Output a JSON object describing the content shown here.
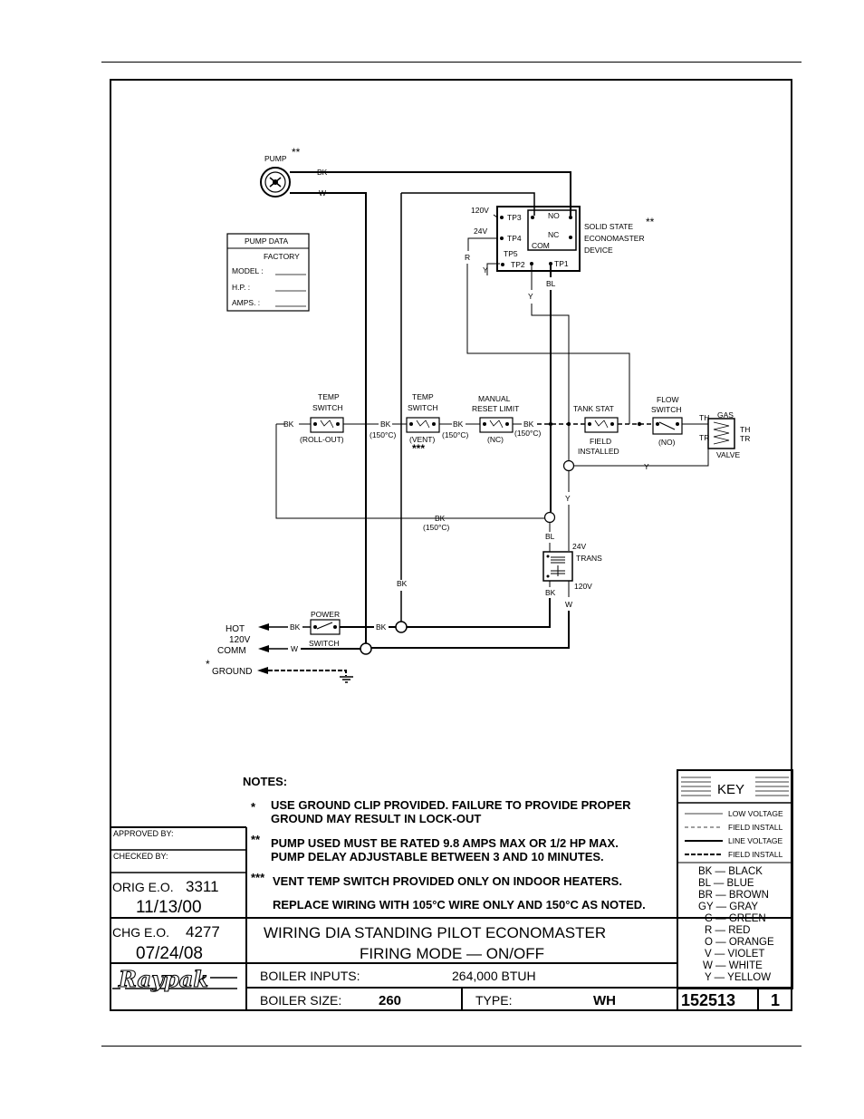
{
  "pump": {
    "label": "PUMP",
    "note": "**",
    "bk": "BK",
    "w": "W"
  },
  "pump_data": {
    "title": "PUMP DATA",
    "factory": "FACTORY",
    "model": "MODEL :",
    "hp": "H.P. :",
    "amps": "AMPS. :"
  },
  "econo": {
    "tp3": "TP3",
    "tp4": "TP4",
    "tp5": "TP5",
    "tp2": "TP2",
    "tp1": "TP1",
    "no": "NO",
    "nc": "NC",
    "com": "COM",
    "v120": "120V",
    "v24": "24V",
    "r": "R",
    "y": "Y",
    "bl": "BL",
    "y2": "Y",
    "title1": "SOLID STATE",
    "title2": "ECONOMASTER",
    "title3": "DEVICE",
    "note": "**"
  },
  "components": {
    "temp_switch_1": {
      "l1": "TEMP",
      "l2": "SWITCH",
      "sub": "(ROLL-OUT)"
    },
    "temp_switch_2": {
      "l1": "TEMP",
      "l2": "SWITCH",
      "sub": "(VENT)",
      "note": "***"
    },
    "manual_reset": {
      "l1": "MANUAL",
      "l2": "RESET LIMIT",
      "sub": "(NC)"
    },
    "tank_stat": {
      "l1": "TANK STAT",
      "sub1": "FIELD",
      "sub2": "INSTALLED"
    },
    "flow_switch": {
      "l1": "FLOW",
      "l2": "SWITCH",
      "sub": "(NO)"
    },
    "gas_valve": {
      "gas": "GAS",
      "th1": "TH",
      "tr1": "TR",
      "th2": "TH",
      "tr2": "TR",
      "valve": "VALVE"
    }
  },
  "wire_labels": {
    "bk1": "BK",
    "bk2": "BK",
    "c150_1": "(150°C)",
    "bk3": "BK",
    "c150_2": "(150°C)",
    "bk4": "BK",
    "c150_3": "(150°C)",
    "y_tank": "Y",
    "y_trans": "Y",
    "bk_bottom": "BK",
    "c150_bottom": "(150°C)",
    "bl_trans": "BL",
    "bk_vert": "BK",
    "bk_trans": "BK",
    "w_trans": "W"
  },
  "transformer": {
    "v24": "24V",
    "trans": "TRANS",
    "v120": "120V"
  },
  "supply": {
    "hot": "HOT",
    "v120": "120V",
    "comm": "COMM",
    "ground_note": "*",
    "ground": "GROUND",
    "bk_in": "BK",
    "w_in": "W",
    "bk_out": "BK",
    "power1": "POWER",
    "power2": "SWITCH"
  },
  "notes": {
    "title": "NOTES:",
    "n1_mark": "*",
    "n1_line1": "USE GROUND CLIP PROVIDED. FAILURE TO PROVIDE PROPER",
    "n1_line2": "GROUND MAY RESULT IN LOCK-OUT",
    "n2_mark": "**",
    "n2_line1": "PUMP USED MUST BE RATED 9.8 AMPS MAX OR 1/2 HP MAX.",
    "n2_line2": "PUMP DELAY ADJUSTABLE BETWEEN 3 AND 10 MINUTES.",
    "n3_mark": "***",
    "n3_line1": "VENT TEMP SWITCH PROVIDED ONLY ON INDOOR HEATERS.",
    "n4_line1": "REPLACE WIRING WITH 105°C WIRE ONLY AND 150°C AS NOTED."
  },
  "key": {
    "title": "KEY",
    "low_voltage": "LOW VOLTAGE",
    "field_install_1": "FIELD INSTALL",
    "line_voltage": "LINE VOLTAGE",
    "field_install_2": "FIELD INSTALL",
    "colors": [
      "BK  —  BLACK",
      "BL  —  BLUE",
      "BR  —  BROWN",
      "GY  —  GRAY",
      "G  —  GREEN",
      "R  —  RED",
      "O  —  ORANGE",
      "V  —  VIOLET",
      "W  —  WHITE",
      "Y  —  YELLOW"
    ]
  },
  "title_block": {
    "approved": "APPROVED BY:",
    "checked": "CHECKED BY:",
    "orig_label": "ORIG E.O.",
    "orig_num": "3311",
    "orig_date": "11/13/00",
    "chg_label": "CHG E.O.",
    "chg_num": "4277",
    "chg_date": "07/24/08",
    "title1": "WIRING DIA STANDING PILOT ECONOMASTER",
    "title2": "FIRING MODE  —  ON/OFF",
    "logo": "Raypak",
    "inputs_label": "BOILER INPUTS:",
    "inputs_value": "264,000  BTUH",
    "size_label": "BOILER SIZE:",
    "size_value": "260",
    "type_label": "TYPE:",
    "type_value": "WH",
    "dwg_no": "152513",
    "rev": "1"
  }
}
